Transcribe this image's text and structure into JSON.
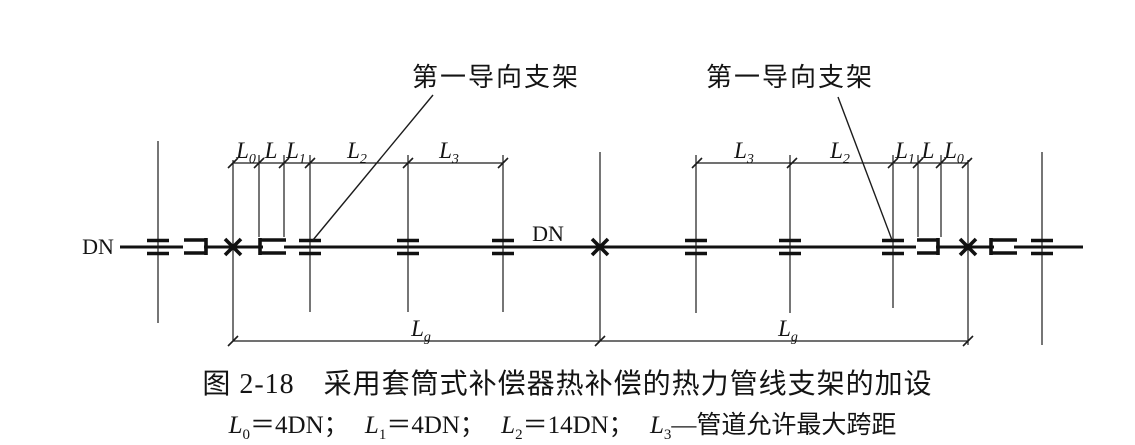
{
  "colors": {
    "ink": "#1c1c1c",
    "background": "#ffffff"
  },
  "diagram": {
    "pipe_label_left": "DN",
    "pipe_label_mid": "DN",
    "callout_left": "第一导向支架",
    "callout_right": "第一导向支架",
    "dims_left": [
      {
        "main": "L",
        "sub": "0"
      },
      {
        "main": "L",
        "sub": ""
      },
      {
        "main": "L",
        "sub": "1"
      },
      {
        "main": "L",
        "sub": "2"
      },
      {
        "main": "L",
        "sub": "3"
      }
    ],
    "dims_right": [
      {
        "main": "L",
        "sub": "3"
      },
      {
        "main": "L",
        "sub": "2"
      },
      {
        "main": "L",
        "sub": "1"
      },
      {
        "main": "L",
        "sub": ""
      },
      {
        "main": "L",
        "sub": "0"
      }
    ],
    "span_label_left": {
      "main": "L",
      "sub": "g"
    },
    "span_label_right": {
      "main": "L",
      "sub": "g"
    }
  },
  "caption": {
    "figure_line": "图 2-18　采用套筒式补偿器热补偿的热力管线支架的加设",
    "formula_parts": [
      {
        "var": "L",
        "sub": "0",
        "rest": "＝4DN；"
      },
      {
        "var": "L",
        "sub": "1",
        "rest": "＝4DN；"
      },
      {
        "var": "L",
        "sub": "2",
        "rest": "＝14DN；"
      },
      {
        "var": "L",
        "sub": "3",
        "rest": "—管道允许最大跨距"
      }
    ]
  }
}
